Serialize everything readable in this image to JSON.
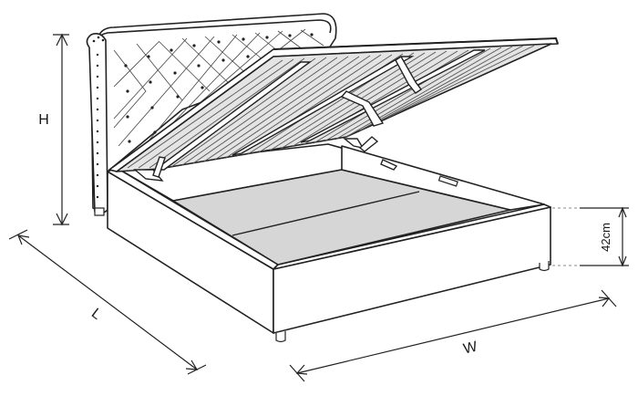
{
  "dimensions": {
    "height_label": "H",
    "length_label": "L",
    "width_label": "W",
    "base_height_label": "42cm"
  },
  "colors": {
    "outline": "#222222",
    "base_fill": "#d6d6d6",
    "slat_fill": "#e4e4e4",
    "white": "#ffffff"
  }
}
